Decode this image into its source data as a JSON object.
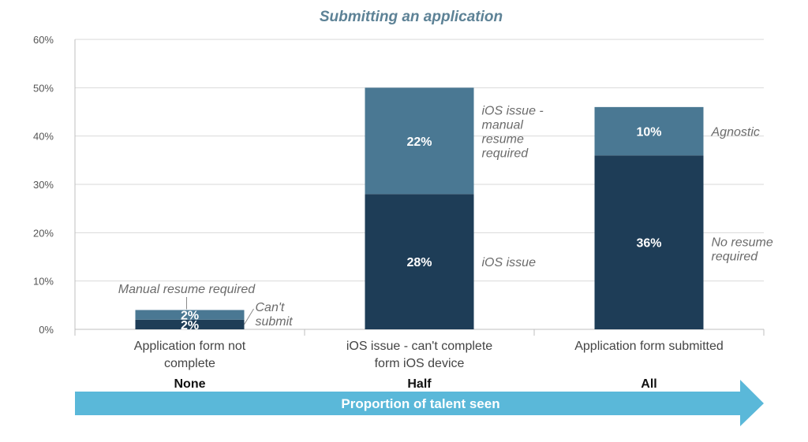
{
  "chart_data": {
    "type": "bar",
    "stacked": true,
    "title": "Submitting an application",
    "xlabel": "",
    "ylabel": "",
    "ylim": [
      0,
      60
    ],
    "yticks": [
      "0%",
      "10%",
      "20%",
      "30%",
      "40%",
      "50%",
      "60%"
    ],
    "grid": true,
    "categories": [
      [
        "Application form not",
        "complete"
      ],
      [
        "iOS issue - can't complete",
        "form iOS device"
      ],
      [
        "Application form submitted"
      ]
    ],
    "proportion_labels": [
      "None",
      "Half",
      "All"
    ],
    "arrow_label": "Proportion of talent seen",
    "series": [
      {
        "values": [
          2,
          28,
          36
        ],
        "labels": [
          "2%",
          "28%",
          "36%"
        ],
        "color": "#1e3d57"
      },
      {
        "values": [
          2,
          22,
          10
        ],
        "labels": [
          "2%",
          "22%",
          "10%"
        ],
        "color": "#4a7893"
      }
    ],
    "annotations": {
      "bottom": [
        [
          "Can't",
          "submit"
        ],
        [
          "iOS issue"
        ],
        [
          "No resume",
          "required"
        ]
      ],
      "top": [
        [
          "Manual resume required"
        ],
        [
          "iOS issue -",
          "manual",
          "resume",
          "required"
        ],
        [
          "Agnostic"
        ]
      ]
    },
    "colors": {
      "arrow": "#5ab8d9",
      "grid": "#d9d9d9",
      "title": "#5d8296"
    }
  }
}
